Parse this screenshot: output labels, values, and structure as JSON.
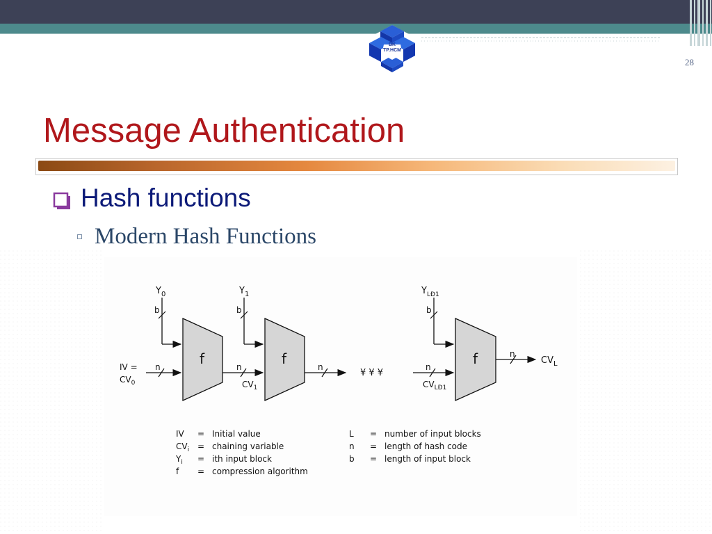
{
  "slide": {
    "logo_text_line1": "BK",
    "logo_text_line2": "TP.HCM",
    "slide_number": "28",
    "title": "Message Authentication",
    "bullet_level1": "Hash functions",
    "bullet_level2": "Modern Hash Functions"
  },
  "colors": {
    "header_dark": "#3d4156",
    "header_teal": "#4d8a8c",
    "title_red": "#b0171b",
    "level1_blue": "#0c1a78",
    "bullet_purple": "#8a3a9e",
    "block_gray": "#d6d6d6"
  },
  "diagram": {
    "block_label": "f",
    "block1": {
      "input_label": "Y",
      "input_sub": "0",
      "width_label": "b",
      "chain_in_top": "IV =",
      "chain_in_bottom": "CV",
      "chain_in_bottom_sub": "0",
      "n_in": "n"
    },
    "block2": {
      "input_label": "Y",
      "input_sub": "1",
      "width_label": "b",
      "n_in": "n",
      "chain_in_bottom": "CV",
      "chain_in_bottom_sub": "1",
      "n_out": "n"
    },
    "ellipsis": "¥ ¥ ¥",
    "block3": {
      "input_label": "Y",
      "input_sub": "LĐ1",
      "width_label": "b",
      "n_in": "n",
      "chain_in_bottom": "CV",
      "chain_in_bottom_sub": "LĐ1",
      "n_out": "n",
      "output_label": "CV",
      "output_sub": "L"
    },
    "legend_left": [
      {
        "sym": "IV",
        "sub": "",
        "eq": "=",
        "desc": "Initial value"
      },
      {
        "sym": "CV",
        "sub": "i",
        "eq": "=",
        "desc": "chaining variable"
      },
      {
        "sym": "Y",
        "sub": "i",
        "eq": "=",
        "desc": "ith input block"
      },
      {
        "sym": "f",
        "sub": "",
        "eq": "=",
        "desc": "compression algorithm"
      }
    ],
    "legend_right": [
      {
        "sym": "L",
        "eq": "=",
        "desc": "number of input blocks"
      },
      {
        "sym": "n",
        "eq": "=",
        "desc": "length of hash code"
      },
      {
        "sym": "b",
        "eq": "=",
        "desc": "length of input block"
      }
    ]
  }
}
